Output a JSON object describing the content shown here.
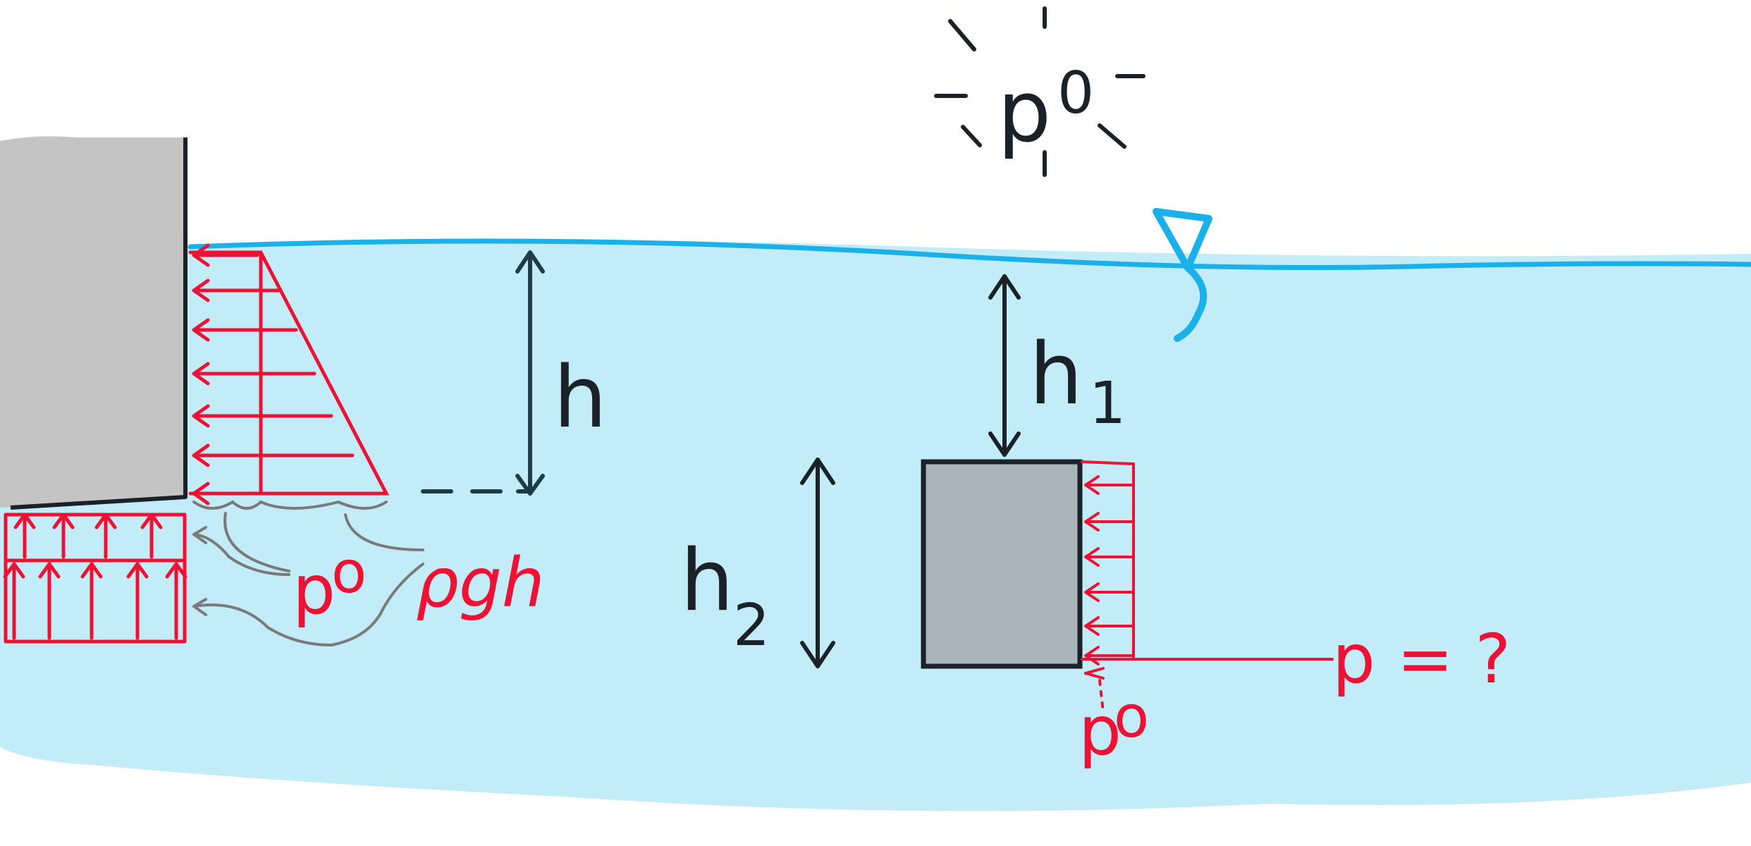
{
  "labels": {
    "surface_pressure": "p",
    "surface_pressure_sub": "0",
    "depth_h": "h",
    "depth_h1": "h",
    "depth_h1_sub": "1",
    "height_h2": "h",
    "height_h2_sub": "2",
    "wall_p0": "p",
    "wall_p0_sub": "o",
    "wall_rho_g_h": "ρgh",
    "block_p_question": "p = ?",
    "block_p0": "p",
    "block_p0_sub": "o"
  },
  "colors": {
    "water_fill": "#c3ecf9",
    "water_surface": "#1ab0ea",
    "wall_fill": "#c4c4c4",
    "block_fill": "#a9b4bb",
    "pressure_arrows": "#ee1133",
    "outline": "#1a2228",
    "leader_lines": "#7a7a7a"
  },
  "icons": [
    "sun-icon",
    "water-level-symbol-icon"
  ]
}
